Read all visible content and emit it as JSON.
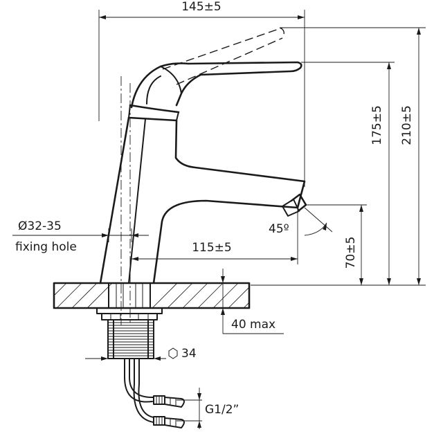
{
  "dimensions": {
    "overall_width": "145±5",
    "spout_height": "175±5",
    "overall_height": "210±5",
    "spout_reach": "115±5",
    "clearance_height": "70±5",
    "aerator_angle": "45º",
    "mounting_thickness": "40 max",
    "fixing_hole_diameter": "Ø32-35",
    "fixing_hole_label": "fixing hole",
    "hex_nut": "34",
    "connection_thread": "G1/2”"
  },
  "icons": {
    "hex": "hexagon-nut-icon"
  }
}
